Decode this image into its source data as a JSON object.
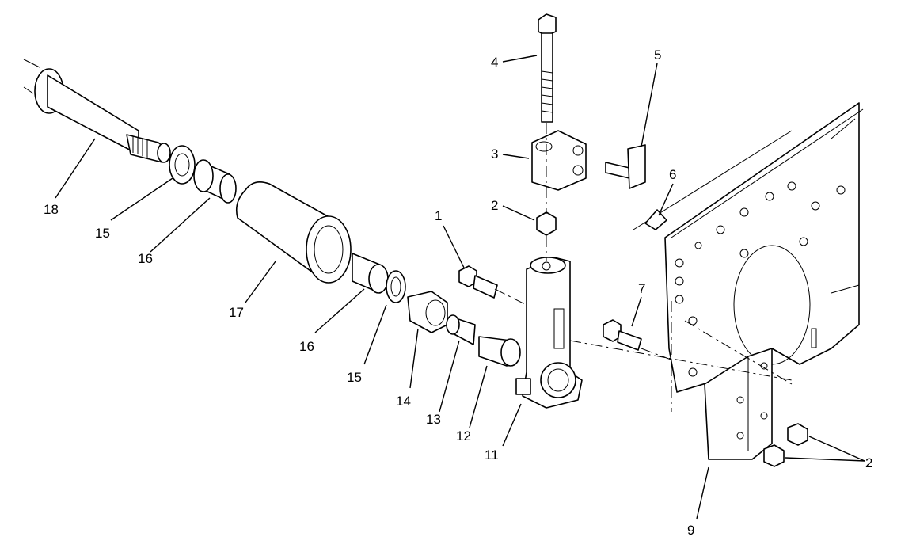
{
  "callouts": {
    "c1": "1",
    "c2_top": "2",
    "c2_right": "2",
    "c3": "3",
    "c4": "4",
    "c5": "5",
    "c6": "6",
    "c7": "7",
    "c9": "9",
    "c11": "11",
    "c12": "12",
    "c13": "13",
    "c14": "14",
    "c15_left": "15",
    "c15_mid": "15",
    "c16_left": "16",
    "c16_mid": "16",
    "c17": "17",
    "c18": "18"
  }
}
